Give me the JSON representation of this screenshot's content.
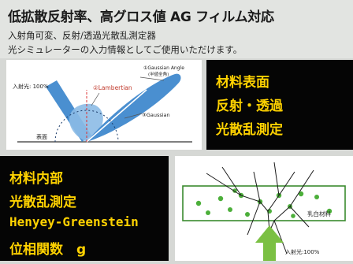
{
  "header": {
    "title": "低拡散反射率、高グロス値 AG フィルム対応",
    "subtitle1": "入射角可変、反射/透過光散乱測定器",
    "subtitle2": "光シミュレーターの入力情報としてご使用いただけます。"
  },
  "surface_diagram": {
    "incident_label": "入射光: 100%",
    "lambertian_label": "②Lambertian",
    "gaussian_angle_label": "①Gaussian Angle",
    "gaussian_angle_sub": "(半値全角)",
    "gaussian_label": "③Gaussian",
    "surface_label": "表面"
  },
  "surface_box": {
    "line1": "材料表面",
    "line2": "反射・透過",
    "line3": "光散乱測定"
  },
  "internal_box": {
    "line1": "材料内部",
    "line2": "光散乱測定",
    "line3": "Henyey-Greenstein",
    "line4": "位相関数　g"
  },
  "internal_diagram": {
    "material_label": "乳白材料",
    "incident_label": "入射光:100%"
  },
  "colors": {
    "beam_blue": "#4a8fd0",
    "heading_yellow": "#ffd200",
    "material_green": "#4caf3a",
    "arrow_green": "#7bc043"
  }
}
